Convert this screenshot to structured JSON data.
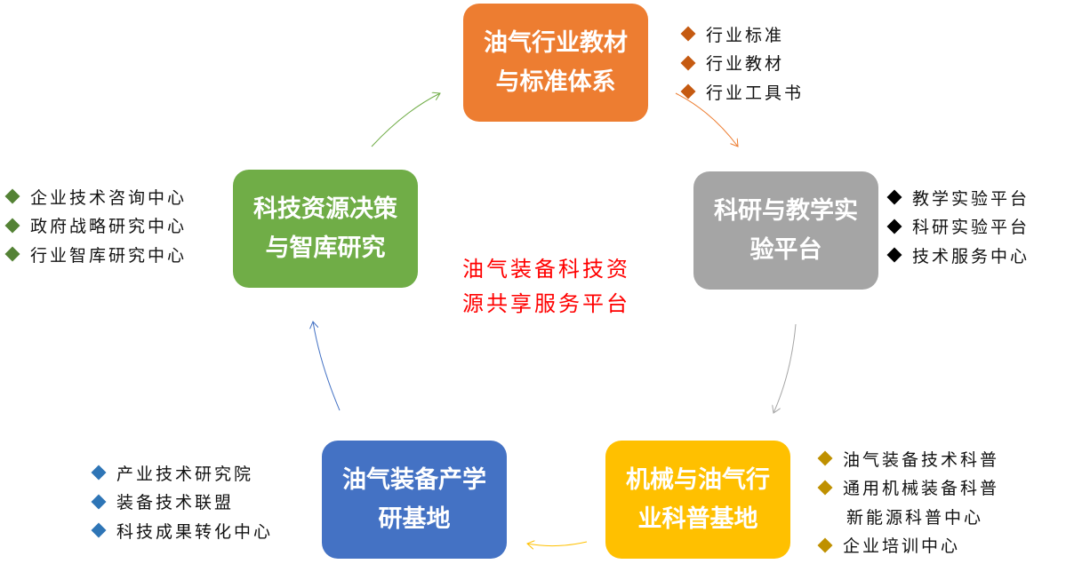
{
  "center_title": {
    "line1": "油气装备科技资",
    "line2": "源共享服务平台"
  },
  "nodes": [
    {
      "title": "油气行业教材与标准体系",
      "color": "#ED7D31",
      "bullet_color": "#C55A11",
      "items": [
        "行业标准",
        "行业教材",
        "行业工具书"
      ]
    },
    {
      "title": "科研与教学实验平台",
      "color": "#A5A5A5",
      "bullet_color": "#000000",
      "items": [
        "教学实验平台",
        "科研实验平台",
        "技术服务中心"
      ]
    },
    {
      "title": "机械与油气行业科普基地",
      "color": "#FFC000",
      "bullet_color": "#BF9000",
      "items": [
        "油气装备技术科普",
        "通用机械装备科普",
        "新能源科普中心",
        "企业培训中心"
      ]
    },
    {
      "title": "油气装备产学研基地",
      "color": "#4472C4",
      "bullet_color": "#2E75B6",
      "items": [
        "产业技术研究院",
        "装备技术联盟",
        "科技成果转化中心"
      ]
    },
    {
      "title": "科技资源决策与智库研究",
      "color": "#70AD47",
      "bullet_color": "#548235",
      "items": [
        "企业技术咨询中心",
        "政府战略研究中心",
        "行业智库研究中心"
      ]
    }
  ]
}
